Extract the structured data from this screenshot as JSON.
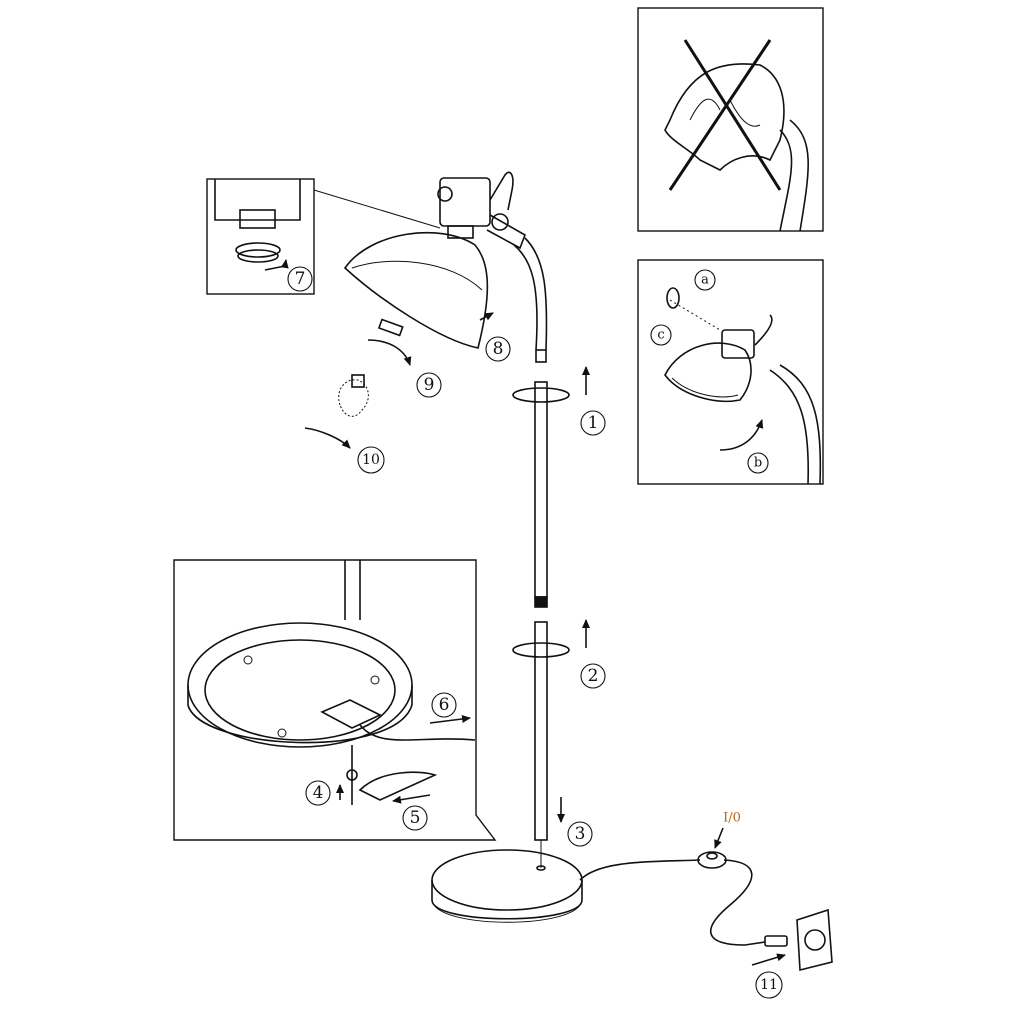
{
  "steps": {
    "s1": "1",
    "s2": "2",
    "s3": "3",
    "s4": "4",
    "s5": "5",
    "s6": "6",
    "s7": "7",
    "s8": "8",
    "s9": "9",
    "s10": "10",
    "s11": "11"
  },
  "detail_labels": {
    "a": "a",
    "b": "b",
    "c": "c"
  },
  "switch_label": "I/0",
  "colors": {
    "line": "#111111",
    "switch_label": "#b5651d",
    "detail_letters": "#3a3a6a"
  }
}
